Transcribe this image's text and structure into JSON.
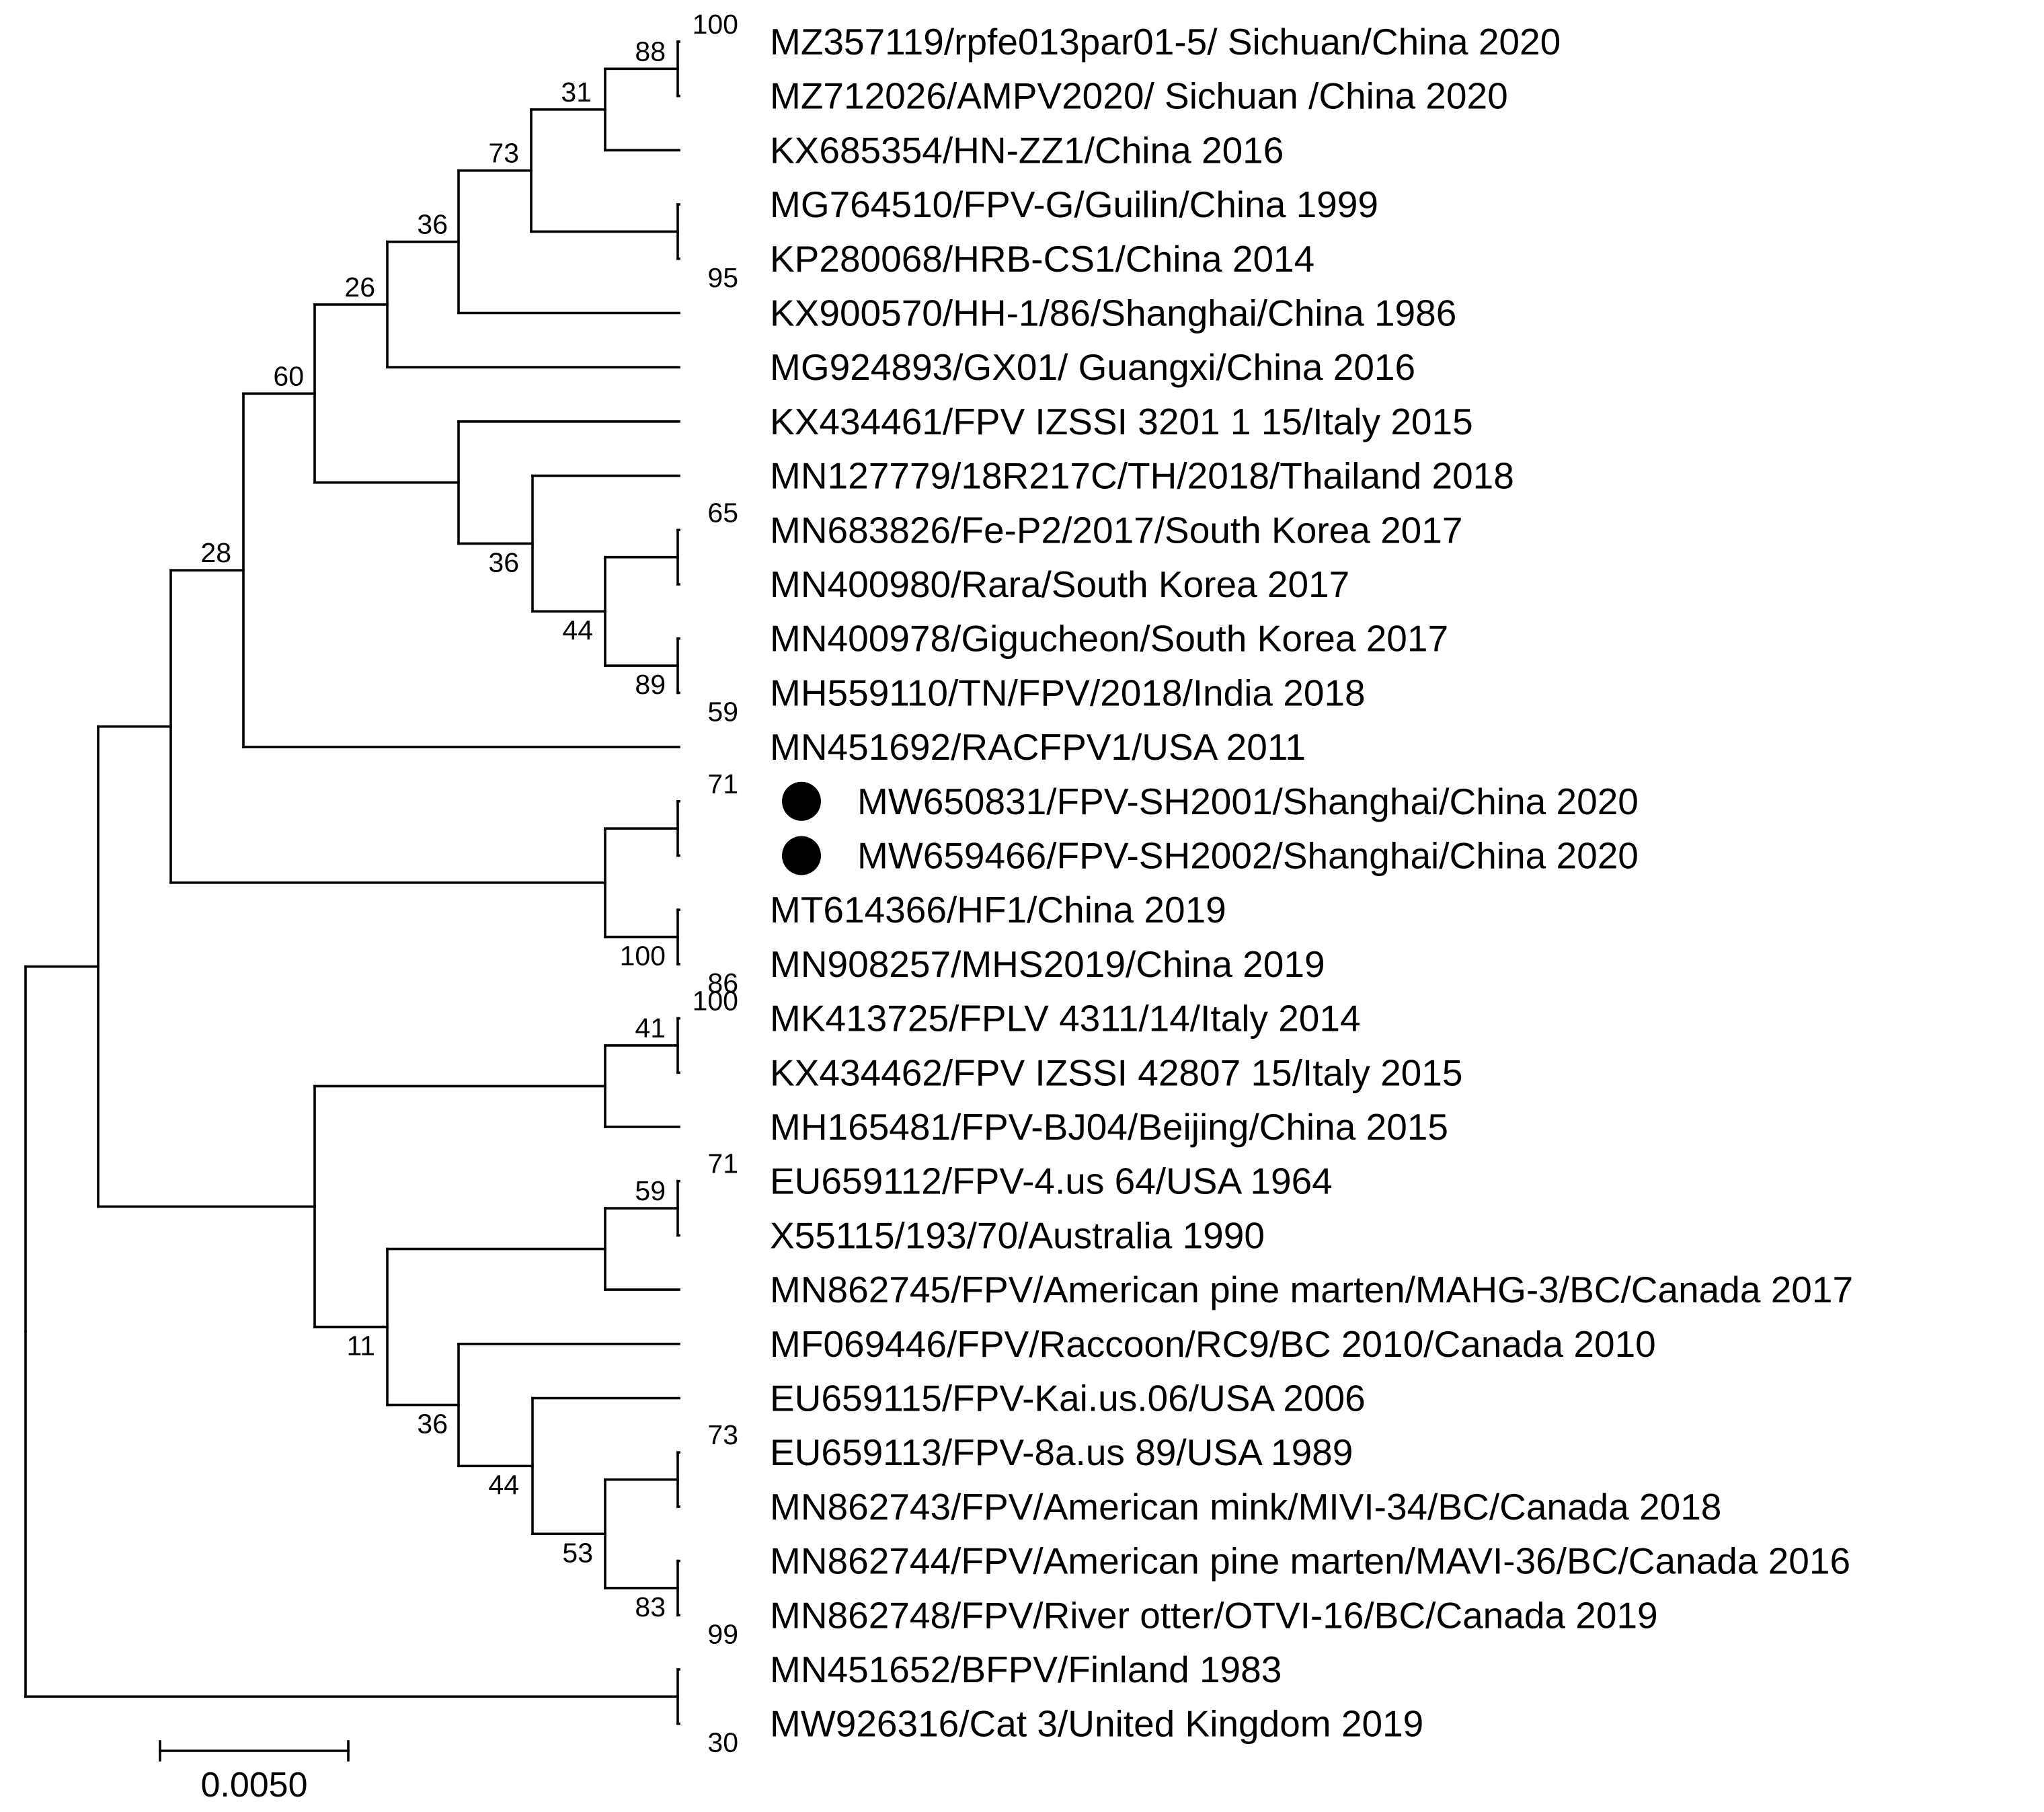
{
  "tree": {
    "scale_label": "0.0050",
    "marker_color": "#000000",
    "leaves": [
      {
        "id": "L1",
        "label": "MZ357119/rpfe013par01-5/ Sichuan/China 2020"
      },
      {
        "id": "L2",
        "label": "MZ712026/AMPV2020/ Sichuan /China 2020"
      },
      {
        "id": "L3",
        "label": "KX685354/HN-ZZ1/China 2016"
      },
      {
        "id": "L4",
        "label": "MG764510/FPV-G/Guilin/China 1999"
      },
      {
        "id": "L5",
        "label": "KP280068/HRB-CS1/China 2014"
      },
      {
        "id": "L6",
        "label": "KX900570/HH-1/86/Shanghai/China 1986"
      },
      {
        "id": "L7",
        "label": "MG924893/GX01/ Guangxi/China 2016"
      },
      {
        "id": "L8",
        "label": "KX434461/FPV IZSSI 3201 1 15/Italy 2015"
      },
      {
        "id": "L9",
        "label": "MN127779/18R217C/TH/2018/Thailand 2018"
      },
      {
        "id": "L10",
        "label": "MN683826/Fe-P2/2017/South Korea 2017"
      },
      {
        "id": "L11",
        "label": "MN400980/Rara/South Korea 2017"
      },
      {
        "id": "L12",
        "label": "MN400978/Gigucheon/South Korea 2017"
      },
      {
        "id": "L13",
        "label": "MH559110/TN/FPV/2018/India 2018"
      },
      {
        "id": "L14",
        "label": "MN451692/RACFPV1/USA 2011"
      },
      {
        "id": "L15",
        "label": "MW650831/FPV-SH2001/Shanghai/China 2020",
        "marked": true
      },
      {
        "id": "L16",
        "label": "MW659466/FPV-SH2002/Shanghai/China 2020",
        "marked": true
      },
      {
        "id": "L17",
        "label": "MT614366/HF1/China 2019"
      },
      {
        "id": "L18",
        "label": "MN908257/MHS2019/China 2019"
      },
      {
        "id": "L19",
        "label": "MK413725/FPLV 4311/14/Italy 2014"
      },
      {
        "id": "L20",
        "label": "KX434462/FPV IZSSI 42807 15/Italy 2015"
      },
      {
        "id": "L21",
        "label": "MH165481/FPV-BJ04/Beijing/China 2015"
      },
      {
        "id": "L22",
        "label": "EU659112/FPV-4.us 64/USA 1964"
      },
      {
        "id": "L23",
        "label": "X55115/193/70/Australia 1990"
      },
      {
        "id": "L24",
        "label": "MN862745/FPV/American pine marten/MAHG-3/BC/Canada 2017"
      },
      {
        "id": "L25",
        "label": "MF069446/FPV/Raccoon/RC9/BC 2010/Canada 2010"
      },
      {
        "id": "L26",
        "label": "EU659115/FPV-Kai.us.06/USA 2006"
      },
      {
        "id": "L27",
        "label": "EU659113/FPV-8a.us 89/USA 1989"
      },
      {
        "id": "L28",
        "label": "MN862743/FPV/American mink/MIVI-34/BC/Canada 2018"
      },
      {
        "id": "L29",
        "label": "MN862744/FPV/American pine marten/MAVI-36/BC/Canada 2016"
      },
      {
        "id": "L30",
        "label": "MN862748/FPV/River otter/OTVI-16/BC/Canada 2019"
      },
      {
        "id": "L31",
        "label": "MN451652/BFPV/Finland 1983"
      },
      {
        "id": "L32",
        "label": "MW926316/Cat 3/United Kingdom 2019"
      }
    ],
    "nodes": [
      {
        "id": "n100a",
        "children": [
          "L1",
          "L2"
        ],
        "support": "100"
      },
      {
        "id": "n88",
        "children": [
          "n100a",
          "L3"
        ],
        "support": "88"
      },
      {
        "id": "n95",
        "children": [
          "L4",
          "L5"
        ],
        "support": "95"
      },
      {
        "id": "n31",
        "children": [
          "n88",
          "n95"
        ],
        "support": "31"
      },
      {
        "id": "n73",
        "children": [
          "n31",
          "L6"
        ],
        "support": "73"
      },
      {
        "id": "n36a",
        "children": [
          "n73",
          "L7"
        ],
        "support": "36"
      },
      {
        "id": "n65",
        "children": [
          "L10",
          "L11"
        ],
        "support": "65"
      },
      {
        "id": "n59a",
        "children": [
          "L12",
          "L13"
        ],
        "support": "59"
      },
      {
        "id": "n89",
        "children": [
          "n65",
          "n59a"
        ],
        "support": "89"
      },
      {
        "id": "n44a",
        "children": [
          "L9",
          "n89"
        ],
        "support": "44"
      },
      {
        "id": "n36b",
        "children": [
          "L8",
          "n44a"
        ],
        "support": "36"
      },
      {
        "id": "n26",
        "children": [
          "n36a",
          "n36b"
        ],
        "support": "26"
      },
      {
        "id": "n60",
        "children": [
          "n26",
          "L14"
        ],
        "support": "60"
      },
      {
        "id": "n71a",
        "children": [
          "L15",
          "L16"
        ],
        "support": "71"
      },
      {
        "id": "n86",
        "children": [
          "L17",
          "L18"
        ],
        "support": "86"
      },
      {
        "id": "n100b",
        "children": [
          "n71a",
          "n86"
        ],
        "support": "100"
      },
      {
        "id": "n28",
        "children": [
          "n60",
          "n100b"
        ],
        "support": "28"
      },
      {
        "id": "n100c",
        "children": [
          "L19",
          "L20"
        ],
        "support": "100"
      },
      {
        "id": "n41",
        "children": [
          "n100c",
          "L21"
        ],
        "support": "41"
      },
      {
        "id": "n71b",
        "children": [
          "L22",
          "L23"
        ],
        "support": "71"
      },
      {
        "id": "n59b",
        "children": [
          "n71b",
          "L24"
        ],
        "support": "59"
      },
      {
        "id": "n73b",
        "children": [
          "L27",
          "L28"
        ],
        "support": "73"
      },
      {
        "id": "n99",
        "children": [
          "L29",
          "L30"
        ],
        "support": "99"
      },
      {
        "id": "n83",
        "children": [
          "n73b",
          "n99"
        ],
        "support": "83"
      },
      {
        "id": "n53",
        "children": [
          "L26",
          "n83"
        ],
        "support": "53"
      },
      {
        "id": "n44b",
        "children": [
          "L25",
          "n53"
        ],
        "support": "44"
      },
      {
        "id": "n36c",
        "children": [
          "n59b",
          "n44b"
        ],
        "support": "36"
      },
      {
        "id": "n11",
        "children": [
          "n41",
          "n36c"
        ],
        "support": "11"
      },
      {
        "id": "nA",
        "children": [
          "n28",
          "n11"
        ],
        "support": ""
      },
      {
        "id": "n30",
        "children": [
          "L31",
          "L32"
        ],
        "support": "30"
      },
      {
        "id": "root",
        "children": [
          "nA",
          "n30"
        ],
        "support": ""
      }
    ]
  }
}
